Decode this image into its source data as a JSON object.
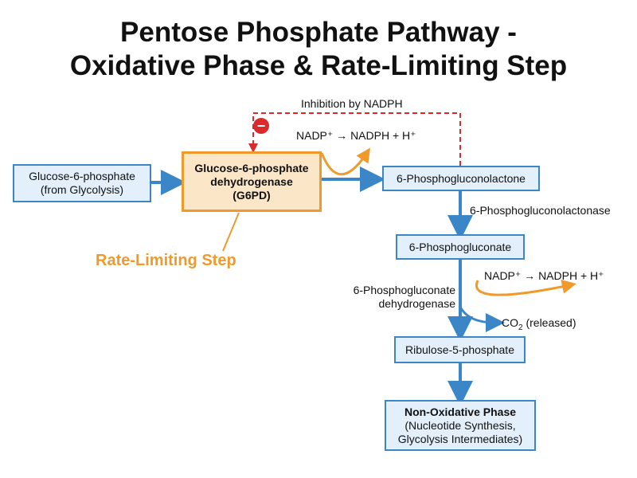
{
  "title": {
    "line1": "Pentose Phosphate Pathway -",
    "line2": "Oxidative Phase & Rate-Limiting Step"
  },
  "nodes": {
    "glucose6p": {
      "line1": "Glucose-6-phosphate",
      "line2": "(from Glycolysis)"
    },
    "g6pd": {
      "line1": "Glucose-6-phosphate",
      "line2": "dehydrogenase",
      "line3": "(G6PD)"
    },
    "pgl": {
      "label": "6-Phosphogluconolactone"
    },
    "pg": {
      "label": "6-Phosphogluconate"
    },
    "ru5p": {
      "label": "Ribulose-5-phosphate"
    },
    "nonox": {
      "line1": "Non-Oxidative Phase",
      "line2": "(Nucleotide Synthesis,",
      "line3": "Glycolysis Intermediates)"
    }
  },
  "labels": {
    "inhibition": "Inhibition by NADPH",
    "nadph1": "NADP⁺ → NADPH + H⁺",
    "lactonase": "6-Phosphogluconolactonase",
    "pgd_line1": "6-Phosphogluconate",
    "pgd_line2": "dehydrogenase",
    "nadph2": "NADP⁺ → NADPH + H⁺",
    "co2_prefix": "CO",
    "co2_sub": "2",
    "co2_suffix": " (released)",
    "rate_limiting": "Rate-Limiting Step",
    "minus": "−"
  },
  "colors": {
    "blue": "#3a86c6",
    "orange": "#f09a2c",
    "red": "#d92b2b"
  }
}
